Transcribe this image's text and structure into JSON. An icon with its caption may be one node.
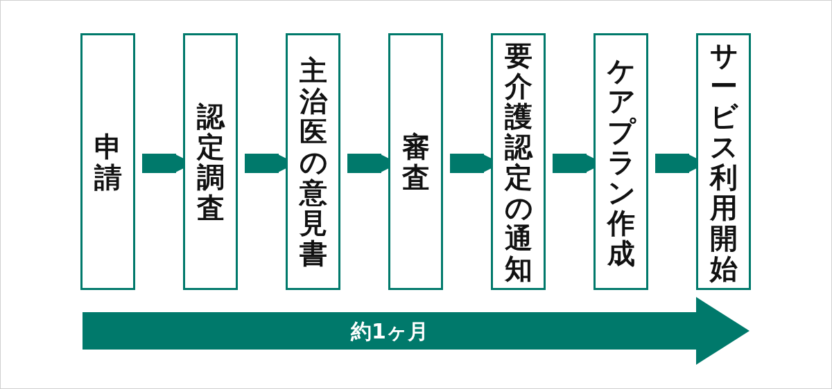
{
  "diagram": {
    "nodes": [
      {
        "text": [
          "申請"
        ]
      },
      {
        "text": [
          "認定調査"
        ]
      },
      {
        "text": [
          "主治医の意見書"
        ]
      },
      {
        "text": [
          "審査"
        ]
      },
      {
        "text": [
          "要介護認定の通知"
        ]
      },
      {
        "text": [
          "ケアプラン作成"
        ]
      },
      {
        "text": [
          "サービス利用開始"
        ]
      }
    ],
    "edges": [
      {
        "from": 0,
        "to": 1,
        "arrow": "to"
      },
      {
        "from": 1,
        "to": 2,
        "arrow": "to"
      },
      {
        "from": 2,
        "to": 3,
        "arrow": "to"
      },
      {
        "from": 3,
        "to": 4,
        "arrow": "to"
      },
      {
        "from": 4,
        "to": 5,
        "arrow": "to"
      },
      {
        "from": 5,
        "to": 6,
        "arrow": "to"
      }
    ],
    "labels": [
      "約1ヶ月"
    ]
  }
}
